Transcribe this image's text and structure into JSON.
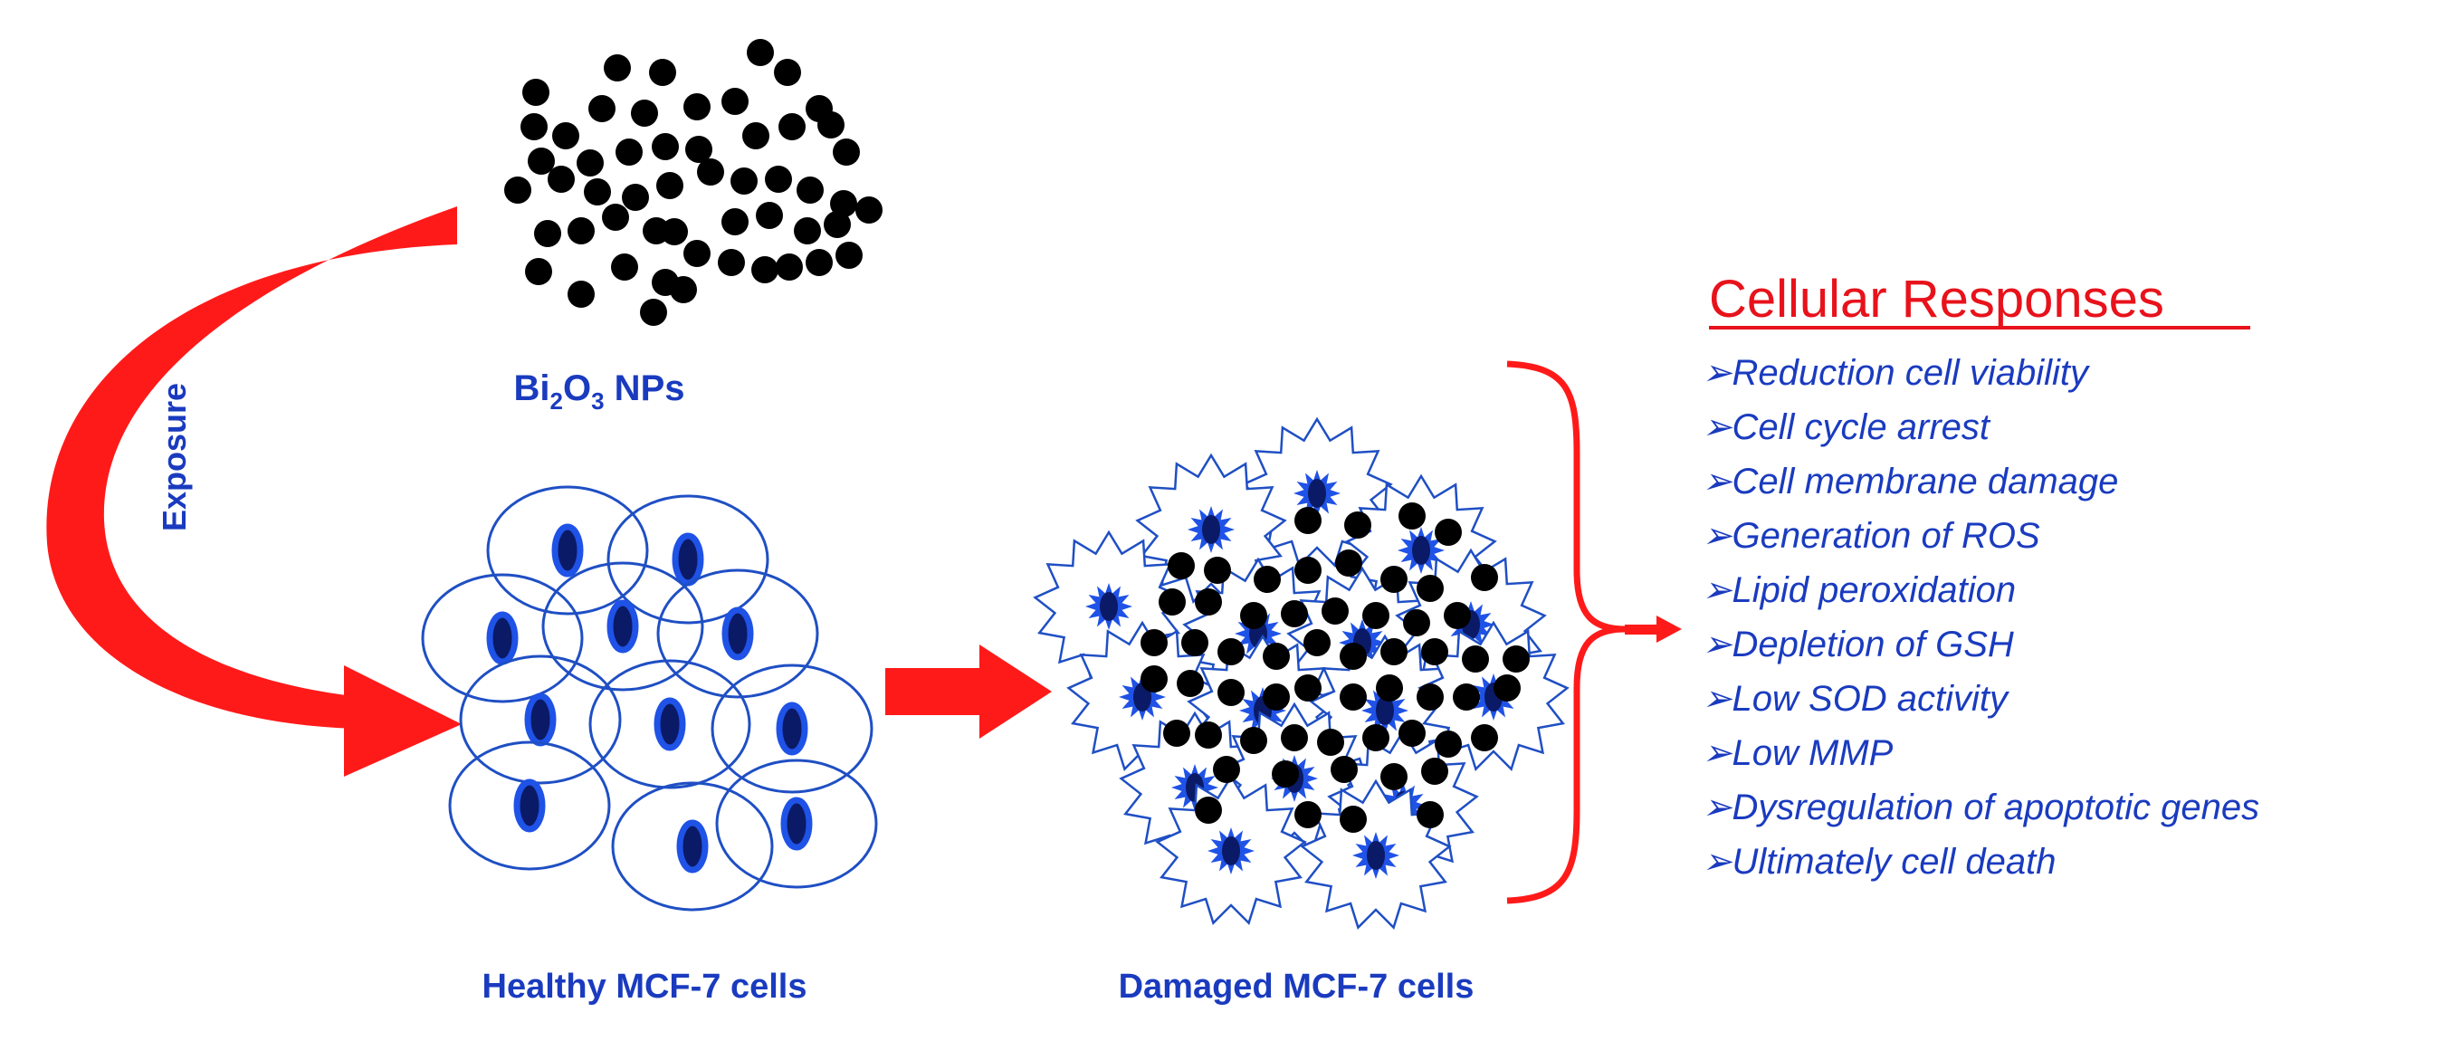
{
  "colors": {
    "arrow": "#ff1a1a",
    "label_blue": "#1a3bbf",
    "cell_outline": "#1f4fc4",
    "nucleus_fill": "#0b1a66",
    "nucleus_ring": "#1f52e6",
    "particle": "#000000",
    "title_red": "#e8121b"
  },
  "labels": {
    "nps_prefix": "Bi",
    "nps_sub1": "2",
    "nps_mid": "O",
    "nps_sub2": "3",
    "nps_suffix": " NPs",
    "exposure": "Exposure",
    "healthy": "Healthy MCF-7 cells",
    "damaged": "Damaged MCF-7 cells"
  },
  "responses": {
    "title": "Cellular Responses",
    "bullet": "➢",
    "items": [
      "Reduction cell viability",
      "Cell cycle arrest",
      "Cell membrane damage",
      "Generation of ROS",
      "Lipid peroxidation",
      "Depletion of GSH",
      "Low SOD activity",
      "Low MMP",
      "Dysregulation of apoptotic genes",
      "Ultimately cell death"
    ]
  }
}
